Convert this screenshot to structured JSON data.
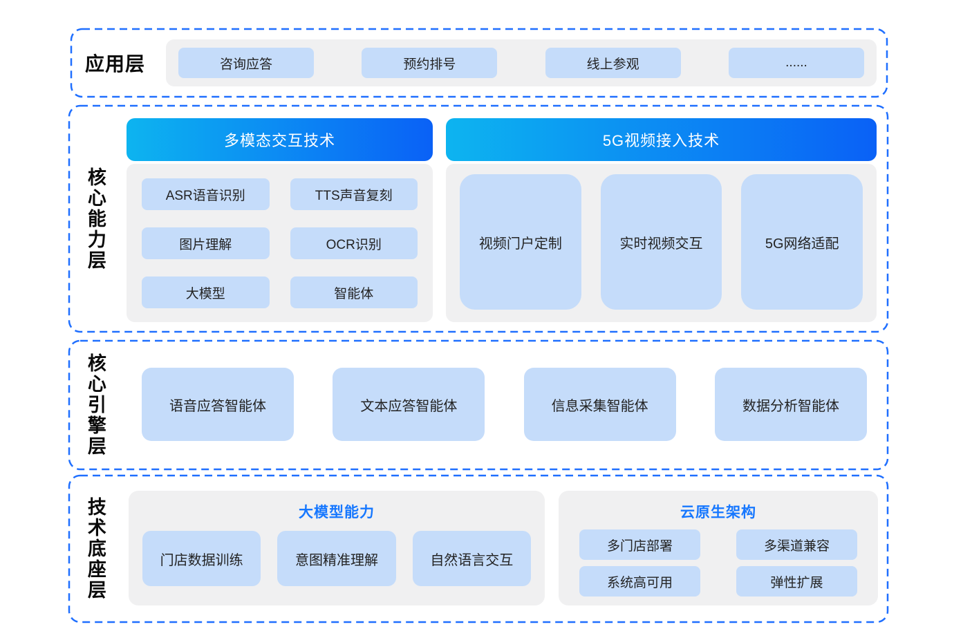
{
  "colors": {
    "dashed_border": "#1f6fff",
    "panel_bg": "#f0f0f1",
    "chip_bg": "#c5dcfa",
    "header_gradient_start": "#0db4f0",
    "header_gradient_end": "#0a61f6",
    "section_heading_blue": "#1677ff",
    "header_text": "#ffffff",
    "label_text": "#0a0a0a"
  },
  "layers": {
    "application": {
      "label": "应用层",
      "items": [
        "咨询应答",
        "预约排号",
        "线上参观",
        "......"
      ]
    },
    "core_capability": {
      "label": "核心能力层",
      "multimodal": {
        "title": "多模态交互技术",
        "items": [
          "ASR语音识别",
          "TTS声音复刻",
          "图片理解",
          "OCR识别",
          "大模型",
          "智能体"
        ]
      },
      "video_5g": {
        "title": "5G视频接入技术",
        "items": [
          "视频门户定制",
          "实时视频交互",
          "5G网络适配"
        ]
      }
    },
    "core_engine": {
      "label": "核心引擎层",
      "items": [
        "语音应答智能体",
        "文本应答智能体",
        "信息采集智能体",
        "数据分析智能体"
      ]
    },
    "tech_base": {
      "label": "技术底座层",
      "llm": {
        "title": "大模型能力",
        "items": [
          "门店数据训练",
          "意图精准理解",
          "自然语言交互"
        ]
      },
      "cloud_native": {
        "title": "云原生架构",
        "items": [
          "多门店部署",
          "多渠道兼容",
          "系统高可用",
          "弹性扩展"
        ]
      }
    }
  }
}
